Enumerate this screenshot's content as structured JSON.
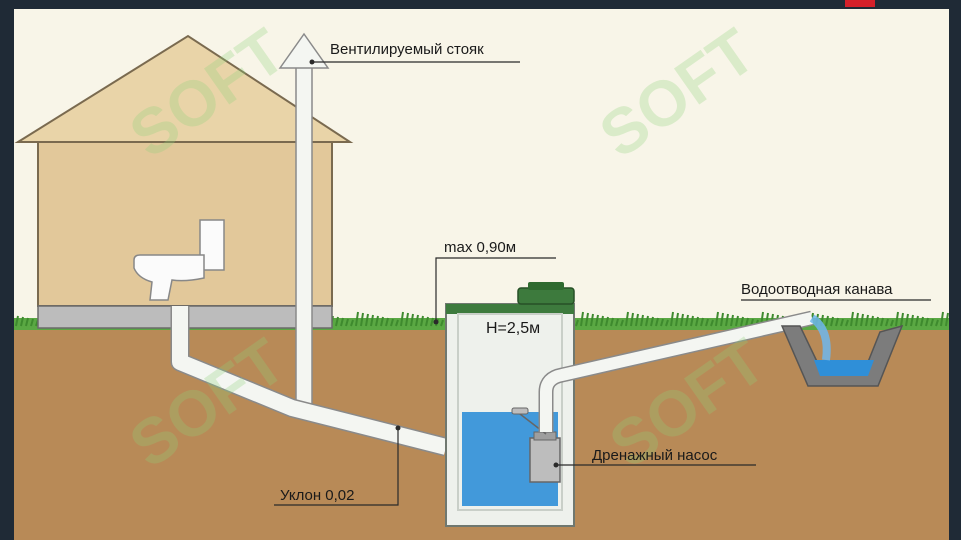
{
  "labels": {
    "vent_riser": "Вентилируемый стояк",
    "max_depth": "max 0,90м",
    "tank_height": "H=2,5м",
    "drain_ditch": "Водоотводная канава",
    "drainage_pump": "Дренажный насос",
    "slope": "Уклон 0,02"
  },
  "watermark": "SOFT",
  "colors": {
    "frame": "#1f2a36",
    "accent": "#d4202a",
    "sky": "#f8f5e8",
    "house_wall": "#e2c89a",
    "roof": "#e6cfa2",
    "foundation": "#b9b9b9",
    "soil": "#b88a57",
    "grass": "#4f9a3a",
    "pipe": "#f4f6f2",
    "tank": "#f0f2ee",
    "tank_lid": "#3d7a3d",
    "water": "#2f8fd8",
    "pump": "#bdbdbd"
  }
}
